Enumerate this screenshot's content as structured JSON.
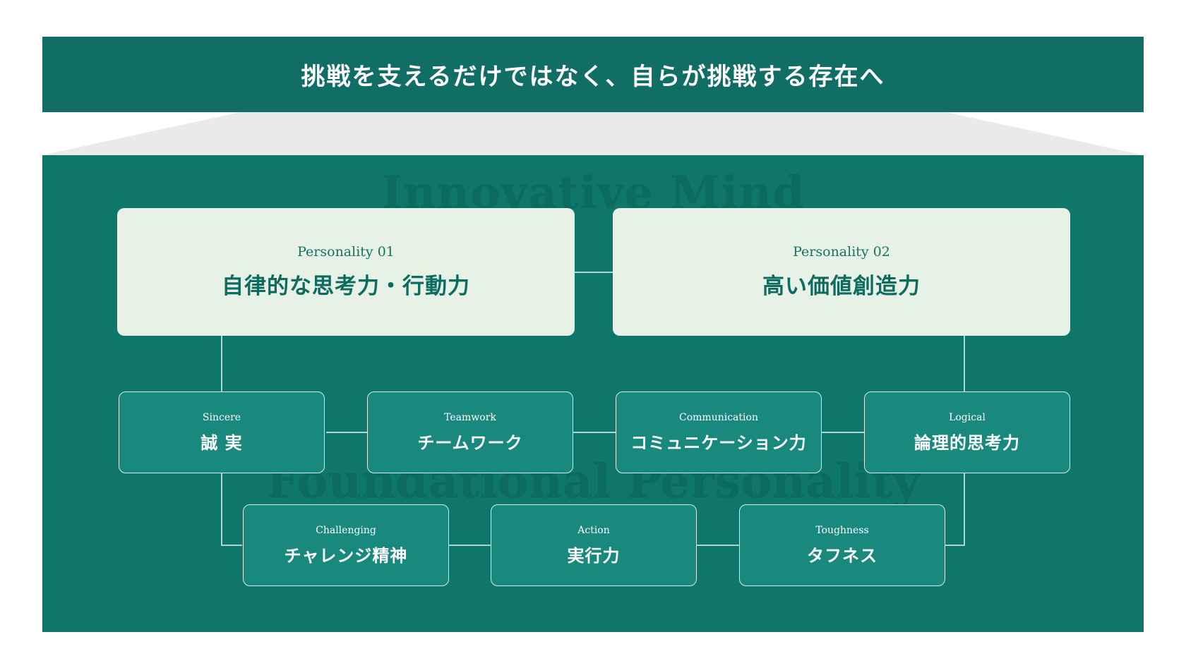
{
  "header": {
    "title": "挑戦を支えるだけではなく、自らが挑戦する存在へ"
  },
  "background_labels": {
    "top": "Innovative Mind",
    "bottom": "Foundational Personality"
  },
  "personalities": [
    {
      "sub": "Personality 01",
      "main": "自律的な思考力・行動力"
    },
    {
      "sub": "Personality 02",
      "main": "高い価値創造力"
    }
  ],
  "traits": [
    {
      "sub": "Sincere",
      "main": "誠 実"
    },
    {
      "sub": "Teamwork",
      "main": "チームワーク"
    },
    {
      "sub": "Communication",
      "main": "コミュニケーション力"
    },
    {
      "sub": "Logical",
      "main": "論理的思考力"
    },
    {
      "sub": "Challenging",
      "main": "チャレンジ精神"
    },
    {
      "sub": "Action",
      "main": "実行力"
    },
    {
      "sub": "Toughness",
      "main": "タフネス"
    }
  ],
  "colors": {
    "banner": "#106e64",
    "panel": "#0f766a",
    "personality_card": "#e7f1e6",
    "trait_card": "#18897c",
    "roof": "#e9ebea"
  }
}
